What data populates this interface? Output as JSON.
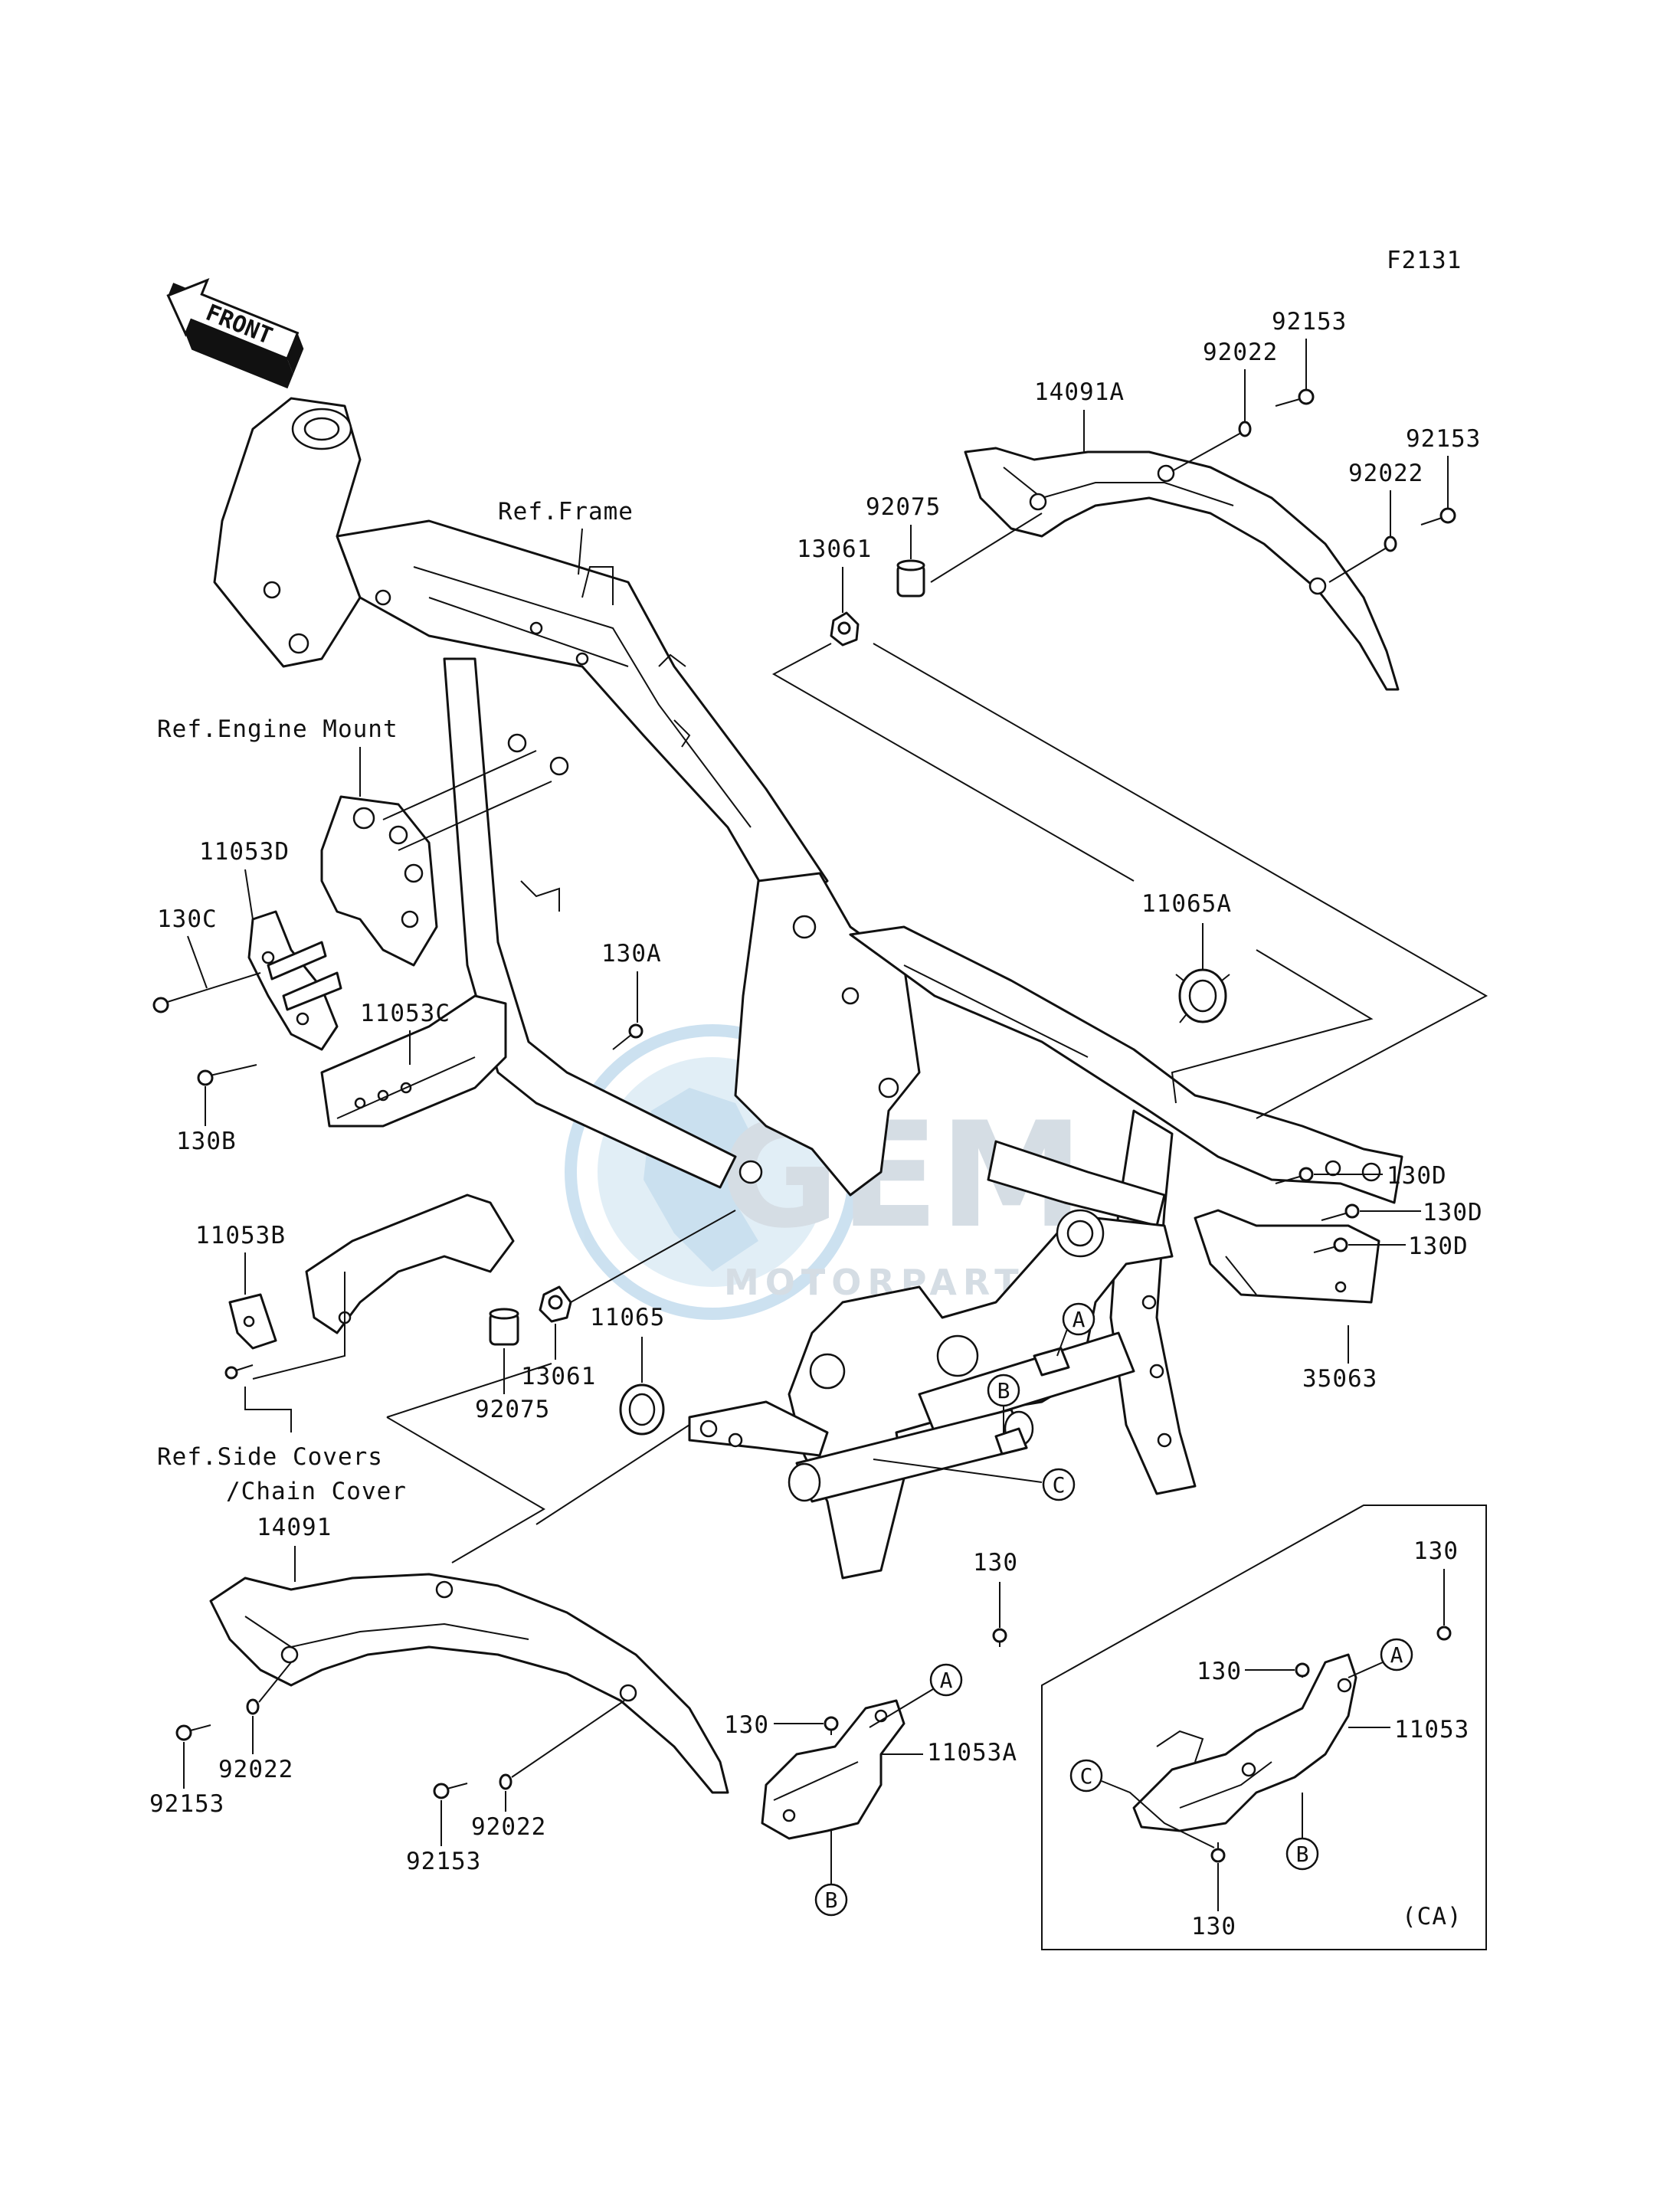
{
  "figure_code": "F2131",
  "front_indicator": "FRONT",
  "watermark": {
    "brand": "GEM",
    "sub": "MOTORPARTS"
  },
  "references": {
    "frame": "Ref.Frame",
    "engine_mount": "Ref.Engine Mount",
    "side_covers_1": "Ref.Side Covers",
    "side_covers_2": "/Chain Cover"
  },
  "region_tag": "(CA)",
  "callouts": {
    "a": "A",
    "b": "B",
    "c": "C"
  },
  "parts": {
    "p92153_top1": "92153",
    "p92022_top1": "92022",
    "p14091A": "14091A",
    "p92153_top2": "92153",
    "p92022_top2": "92022",
    "p92075_top": "92075",
    "p13061_top": "13061",
    "p11065A": "11065A",
    "p11053D": "11053D",
    "p130C": "130C",
    "p130A": "130A",
    "p11053C": "11053C",
    "p130B": "130B",
    "p130D_1": "130D",
    "p130D_2": "130D",
    "p130D_3": "130D",
    "p11053B": "11053B",
    "p11065": "11065",
    "p13061_mid": "13061",
    "p92075_mid": "92075",
    "p35063": "35063",
    "p14091": "14091",
    "p92022_bl": "92022",
    "p92153_bl": "92153",
    "p92022_bm": "92022",
    "p92153_bm": "92153",
    "p130_a": "130",
    "p130_b": "130",
    "p11053A": "11053A",
    "p130_ca1": "130",
    "p130_ca2": "130",
    "p11053": "11053",
    "p130_ca3": "130"
  }
}
